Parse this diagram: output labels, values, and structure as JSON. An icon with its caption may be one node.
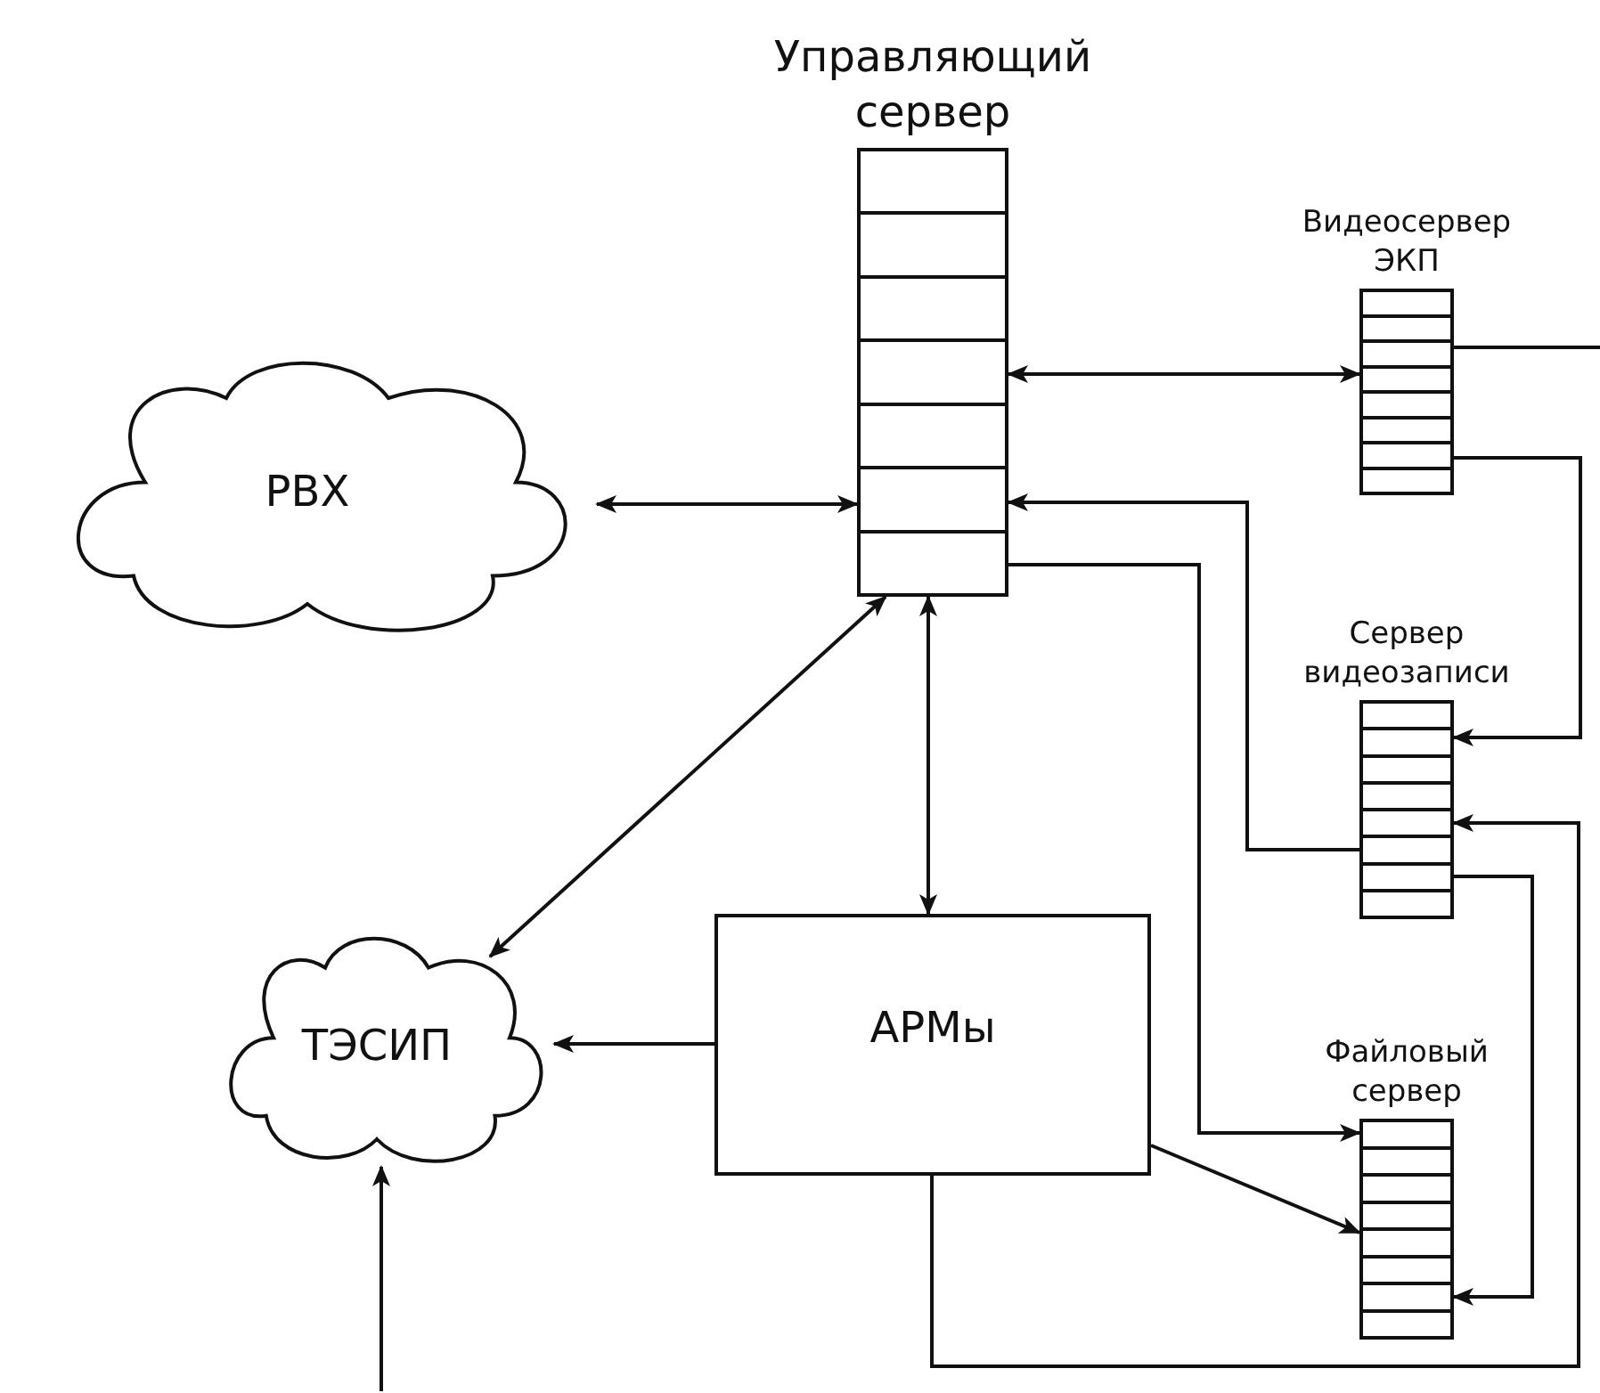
{
  "diagram": {
    "nodes": [
      {
        "text": [
          "Управляющий сервер"
        ]
      },
      {
        "text": [
          "PBX"
        ]
      },
      {
        "text": [
          "Видеосервер ЭКП"
        ]
      },
      {
        "text": [
          "Сервер видеозаписи"
        ]
      },
      {
        "text": [
          "ТЭСИП"
        ]
      },
      {
        "text": [
          "АРМы"
        ]
      },
      {
        "text": [
          "Файловый сервер"
        ]
      }
    ],
    "edges": [
      {
        "from": 1,
        "to": 0,
        "arrow": "both"
      },
      {
        "from": 2,
        "to": 0,
        "arrow": "both"
      },
      {
        "from": 0,
        "to": 4,
        "arrow": "both"
      },
      {
        "from": 0,
        "to": 5,
        "arrow": "both"
      },
      {
        "from": 3,
        "to": 0,
        "arrow": "to"
      },
      {
        "from": 0,
        "to": 6,
        "arrow": "to"
      },
      {
        "from": 2,
        "to": 3,
        "arrow": "to"
      },
      {
        "from": 5,
        "to": 4,
        "arrow": "to"
      },
      {
        "from": 5,
        "to": 6,
        "arrow": "to"
      },
      {
        "from": 5,
        "to": 3,
        "arrow": "to"
      },
      {
        "from": 3,
        "to": 6,
        "arrow": "to"
      },
      {
        "from": null,
        "to": 4,
        "arrow": "to"
      },
      {
        "from": 2,
        "to": null,
        "arrow": "none"
      }
    ]
  }
}
